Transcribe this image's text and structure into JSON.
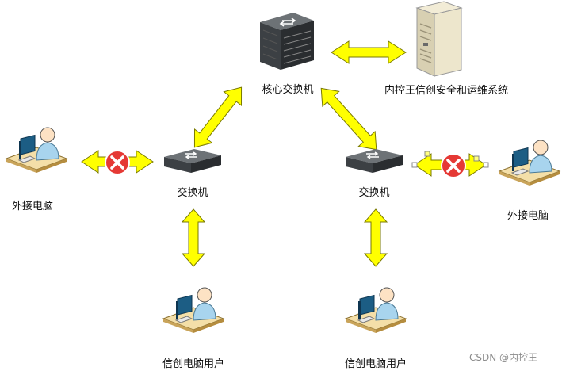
{
  "nodes": {
    "core_switch": "核心交换机",
    "security_system": "内控王信创安全和运维系统",
    "switch_left": "交换机",
    "switch_right": "交换机",
    "external_pc_left": "外接电脑",
    "external_pc_right": "外接电脑",
    "user_left": "信创电脑用户",
    "user_right": "信创电脑用户"
  },
  "watermark": "CSDN @内控王",
  "colors": {
    "arrow_fill": "#ffff00",
    "arrow_stroke": "#7a7a00",
    "block_badge": "#e53935"
  }
}
